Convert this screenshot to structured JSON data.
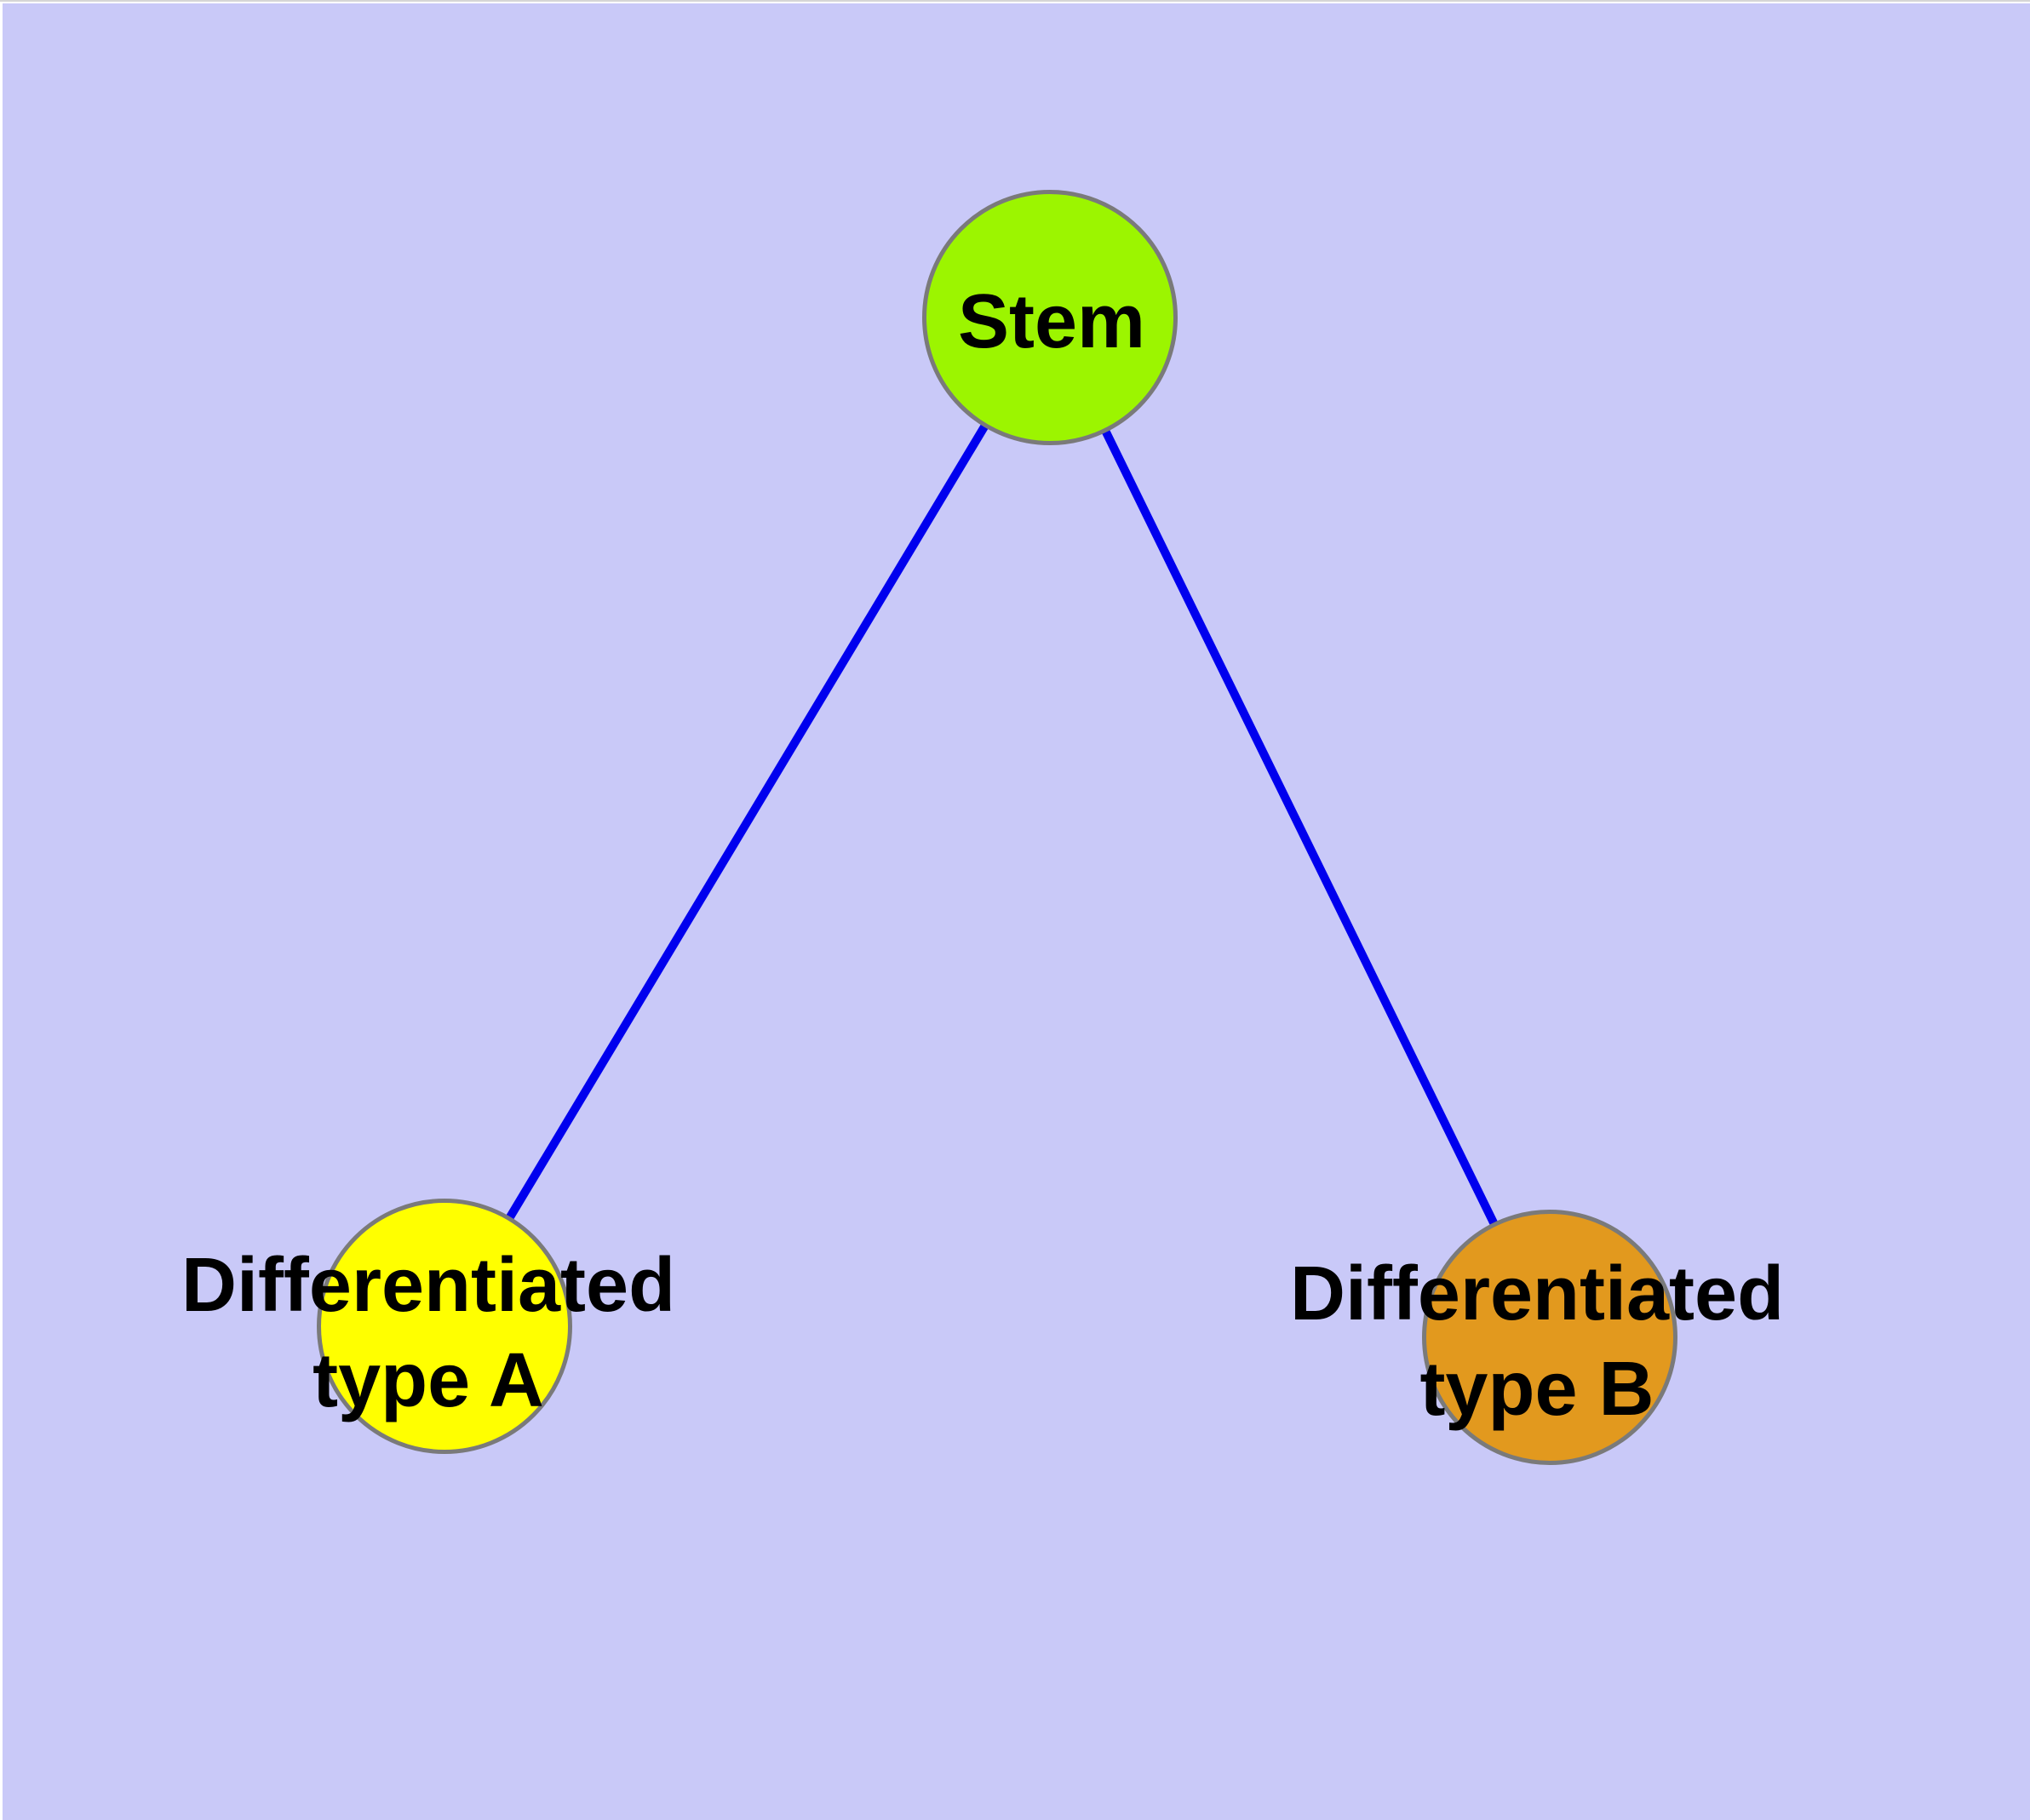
{
  "diagram": {
    "background_color": "#C9C9F8",
    "edge_color": "#0000EE",
    "node_border_color": "#7A7A7A",
    "label_color": "#000000",
    "nodes": [
      {
        "id": "stem",
        "label": "Stem",
        "fill": "#9CF500"
      },
      {
        "id": "typeA",
        "label": "Differentiated\ntype A",
        "fill": "#FFFF00"
      },
      {
        "id": "typeB",
        "label": "Differentiated\ntype B",
        "fill": "#E2991E"
      }
    ],
    "edges": [
      {
        "from": "stem",
        "to": "typeA"
      },
      {
        "from": "stem",
        "to": "typeB"
      }
    ]
  }
}
